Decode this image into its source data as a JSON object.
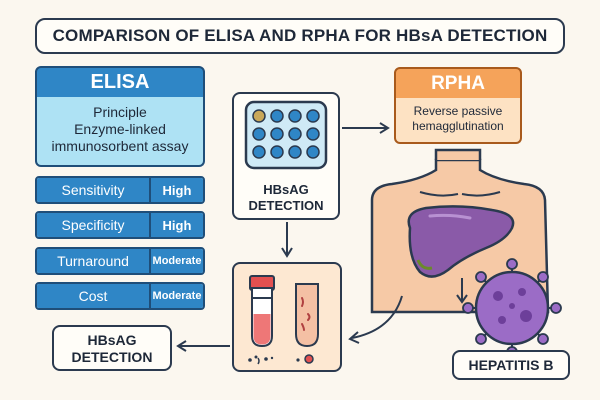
{
  "title": "COMPARISON OF ELISA AND RPHA FOR HBsA DETECTION",
  "elisa": {
    "name": "ELISA",
    "principle_label": "Principle",
    "principle_text": "Enzyme-linked immunosorbent assay"
  },
  "metrics": [
    {
      "label": "Sensitivity",
      "value": "High"
    },
    {
      "label": "Specificity",
      "value": "High"
    },
    {
      "label": "Turnaround",
      "value": "Moderate"
    },
    {
      "label": "Cost",
      "value": "Moderate"
    }
  ],
  "plate": {
    "label_line1": "HBsAG",
    "label_line2": "DETECTION"
  },
  "rpha": {
    "name": "RPHA",
    "text": "Reverse passive hemagglutination"
  },
  "detection": {
    "line1": "HBsAG",
    "line2": "DETECTION"
  },
  "hepatitis": {
    "label": "HEPATITIS B"
  },
  "colors": {
    "elisa_blue": "#2f86c6",
    "elisa_light": "#aee2f4",
    "rpha_orange": "#f5a35a",
    "rpha_light": "#fde2c3",
    "liver": "#8a5aa8",
    "virus": "#9b6cc6",
    "outline": "#2b3a4f"
  },
  "icons": [
    "microplate-icon",
    "test-tube-icon",
    "liver-icon",
    "virus-icon",
    "torso-icon"
  ]
}
